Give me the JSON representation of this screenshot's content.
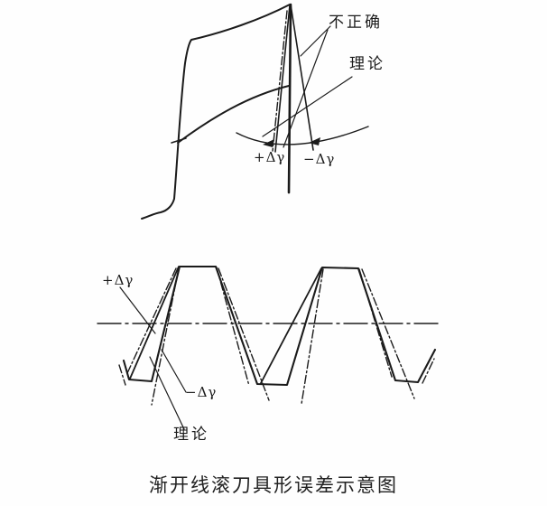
{
  "figure": {
    "caption": "渐开线滚刀具形误差示意图",
    "colors": {
      "ink": "#1b1b1b",
      "background": "#fefefe"
    },
    "top_diagram": {
      "labels": {
        "incorrect": "不正确",
        "theory": "理论",
        "plus_delta_gamma": "+Δγ",
        "minus_delta_gamma": "−Δγ"
      }
    },
    "bottom_diagram": {
      "labels": {
        "plus_delta_gamma": "+Δγ",
        "minus_delta_gamma": "−Δγ",
        "theory": "理论"
      }
    }
  }
}
